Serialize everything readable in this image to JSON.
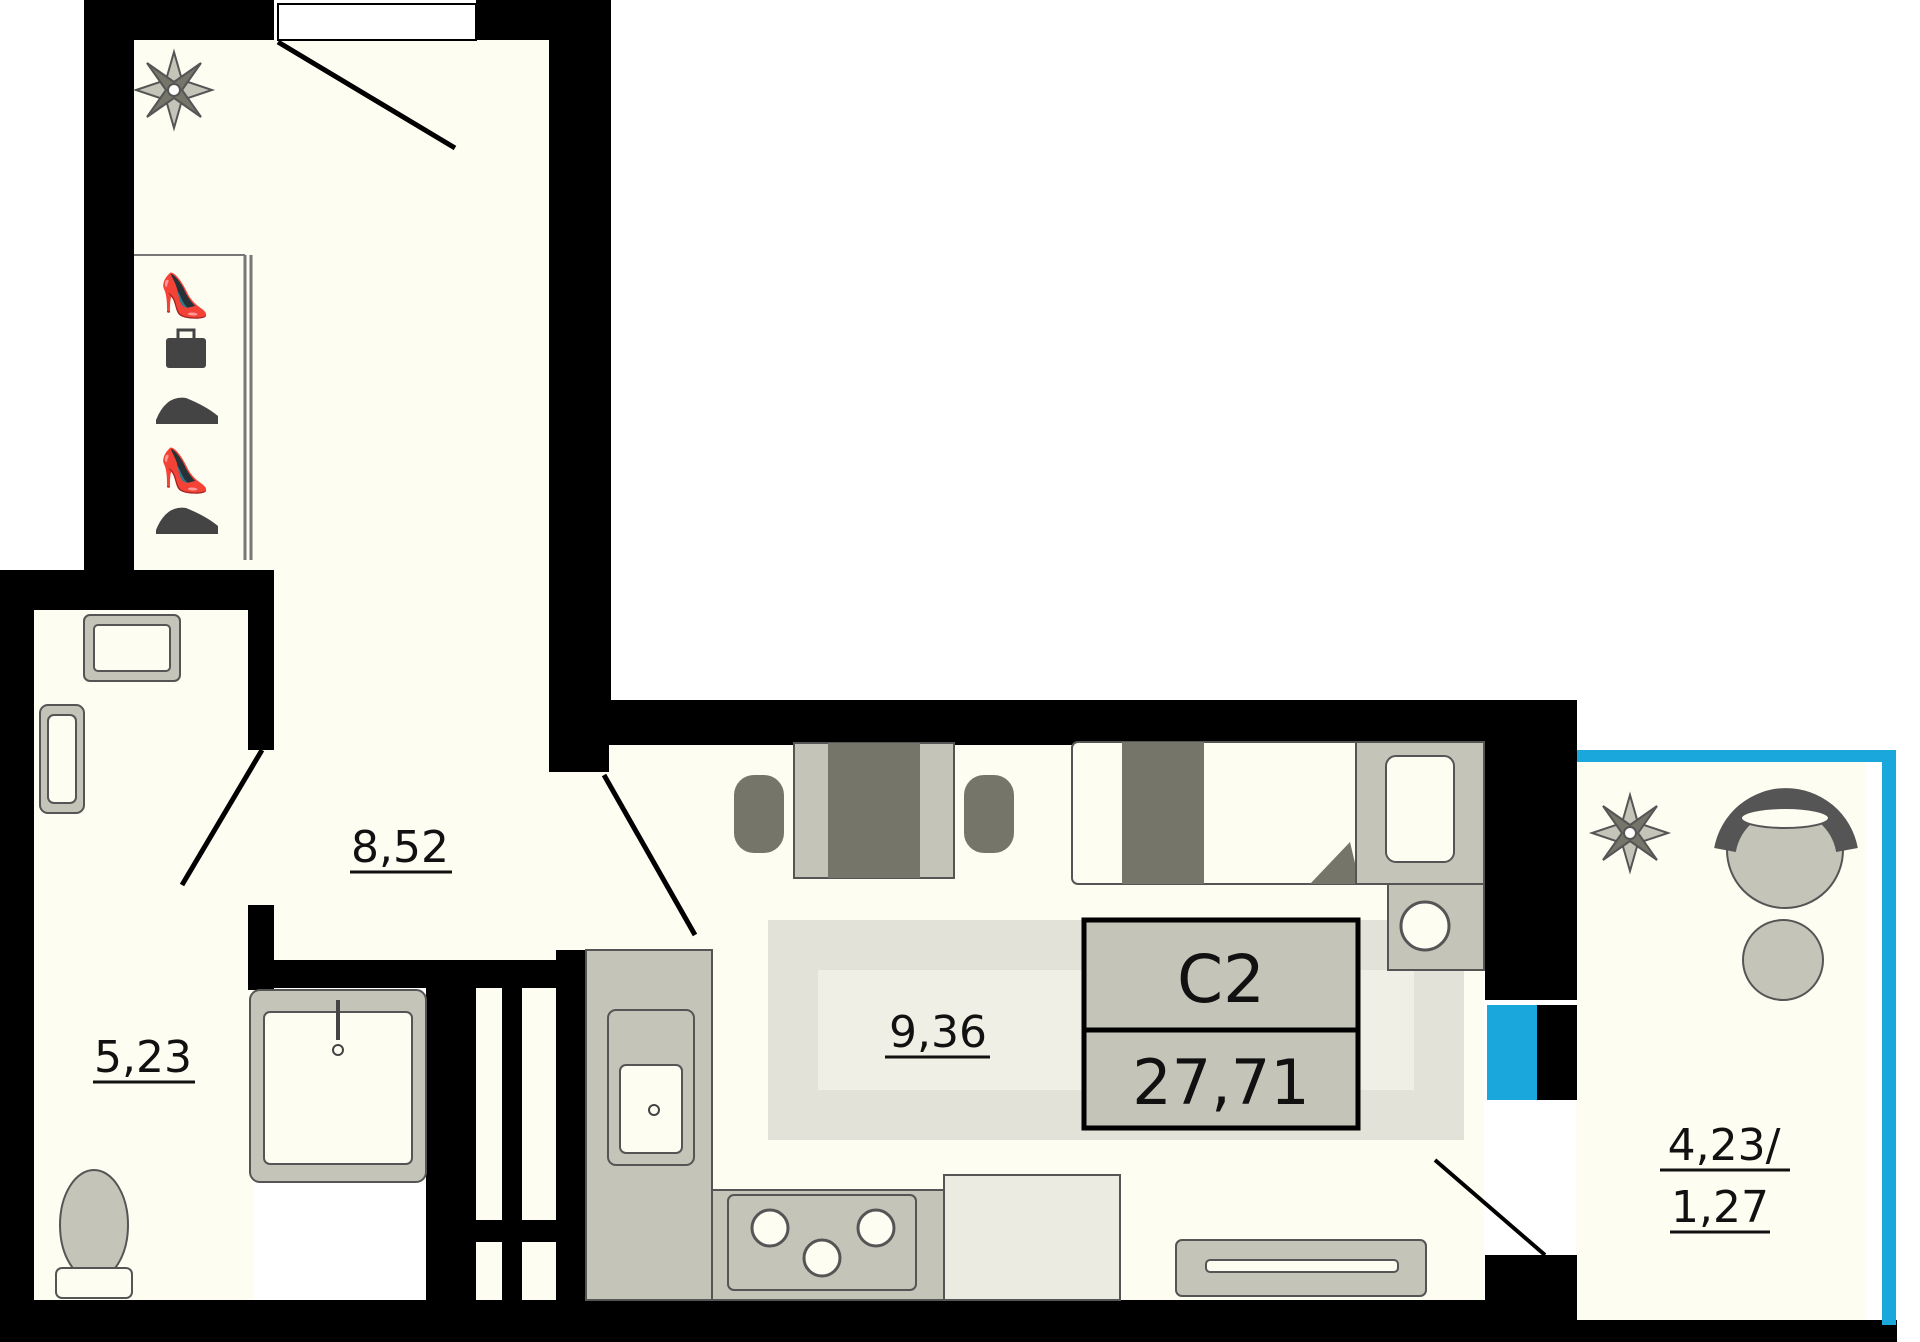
{
  "plan": {
    "unit_code": "С2",
    "total_area": "27,71",
    "rooms": [
      {
        "id": "hall",
        "area": "8,52"
      },
      {
        "id": "bathroom",
        "area": "5,23"
      },
      {
        "id": "living",
        "area": "9,36"
      },
      {
        "id": "loggia_line1",
        "area": "4,23/"
      },
      {
        "id": "loggia_line2",
        "area": "1,27"
      }
    ]
  },
  "colors": {
    "wall": "#000000",
    "floor": "#fdfdf2",
    "furniture_dark": "#75756a",
    "furniture_light": "#c4c4b8",
    "glass": "#1aa7dc"
  }
}
